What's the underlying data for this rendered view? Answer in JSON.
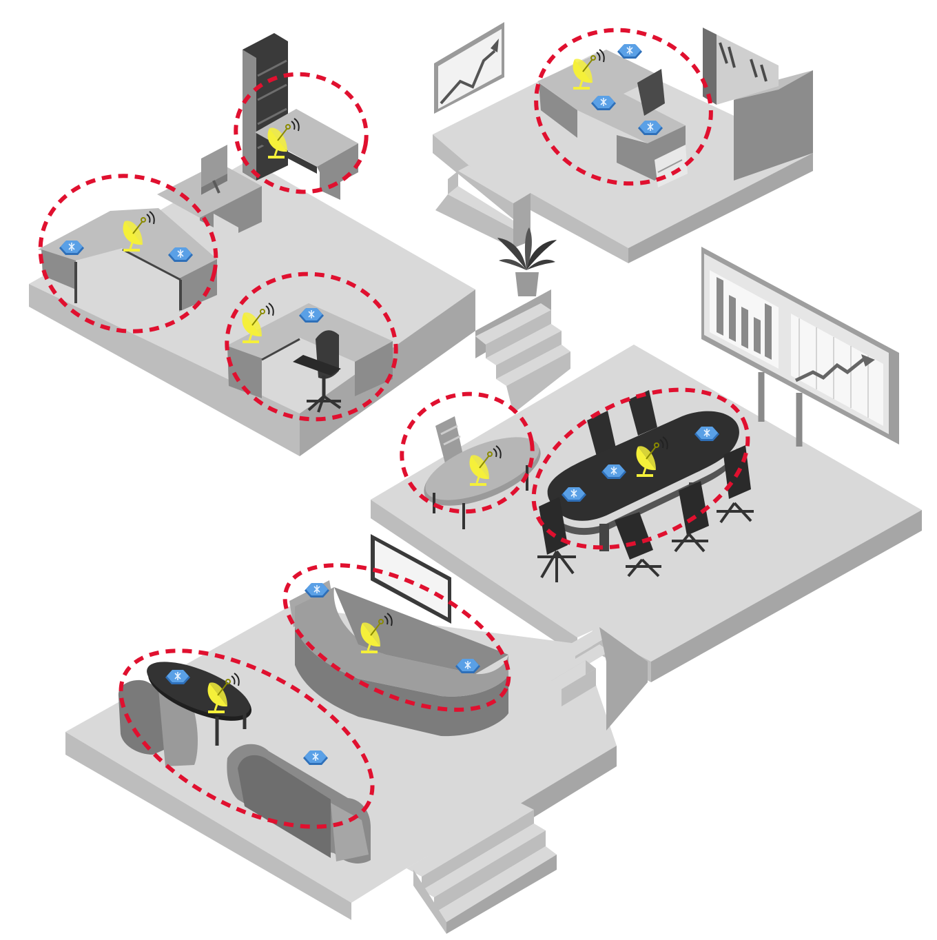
{
  "diagram": {
    "colors": {
      "floor_top": "#d9d9d9",
      "floor_left": "#bdbdbd",
      "floor_right": "#a6a6a6",
      "furniture_light": "#bfbfbf",
      "furniture_mid": "#8c8c8c",
      "furniture_dark": "#3a3a3a",
      "zone_outline": "#e0102f",
      "antenna": "#f5f03a",
      "sensor": "#5aa0e6",
      "sensor_edge": "#2e6fb8"
    },
    "icons": {
      "antenna": "satellite-dish-icon",
      "sensor": "sensor-node-icon",
      "zone": "coverage-zone-outline"
    },
    "areas": [
      {
        "id": "open-office",
        "zones": 3
      },
      {
        "id": "private-office",
        "zones": 1
      },
      {
        "id": "meeting-room",
        "zones": 2
      },
      {
        "id": "lounge",
        "zones": 2
      }
    ]
  }
}
